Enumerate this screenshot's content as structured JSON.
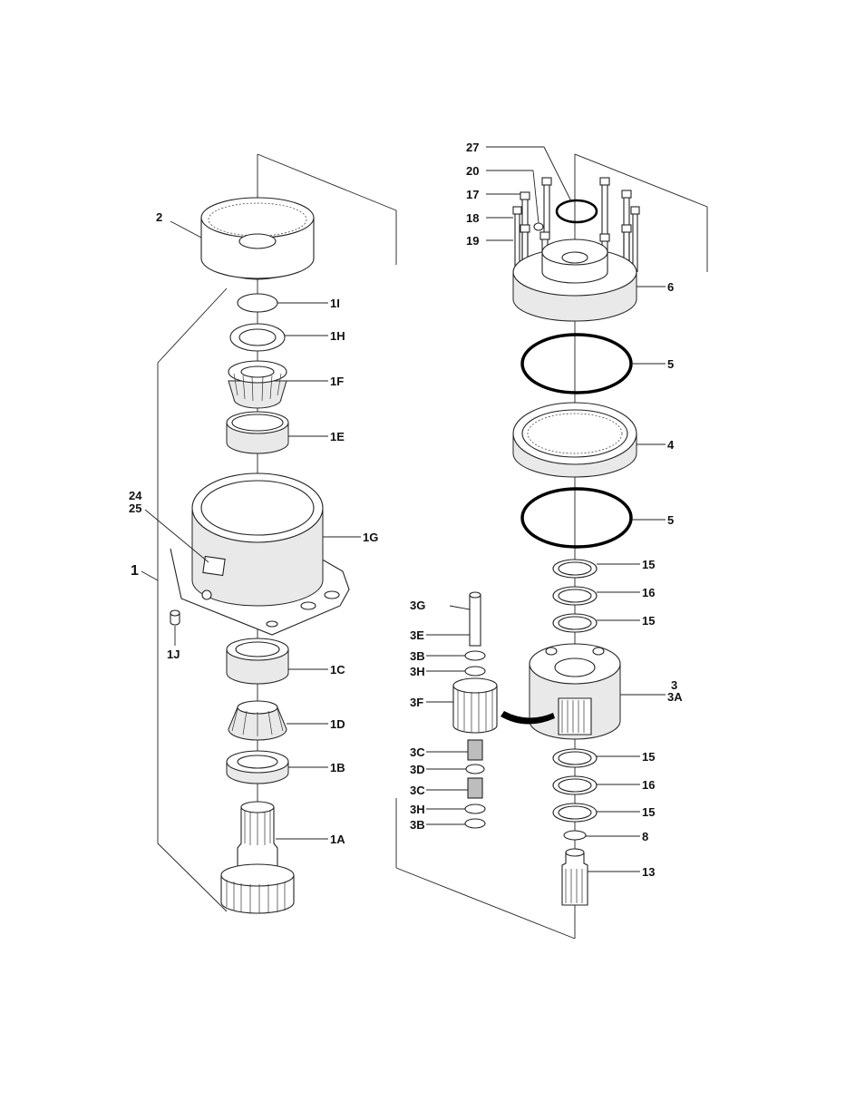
{
  "callouts": {
    "c2": "2",
    "c1I": "1I",
    "c1H": "1H",
    "c1F": "1F",
    "c1E": "1E",
    "c24": "24",
    "c25": "25",
    "c1G": "1G",
    "c1": "1",
    "c1J": "1J",
    "c1C": "1C",
    "c1D": "1D",
    "c1B": "1B",
    "c1A": "1A",
    "c27": "27",
    "c20": "20",
    "c17": "17",
    "c18": "18",
    "c19": "19",
    "c6": "6",
    "c5a": "5",
    "c4": "4",
    "c5b": "5",
    "c15a": "15",
    "c16a": "16",
    "c15b": "15",
    "c3G": "3G",
    "c3E": "3E",
    "c3Ba": "3B",
    "c3Ha": "3H",
    "c3F": "3F",
    "c3": "3",
    "c3A": "3A",
    "c3Ca": "3C",
    "c3D": "3D",
    "c3Cb": "3C",
    "c3Hb": "3H",
    "c3Bb": "3B",
    "c15c": "15",
    "c16b": "16",
    "c15d": "15",
    "c8": "8",
    "c13": "13"
  }
}
